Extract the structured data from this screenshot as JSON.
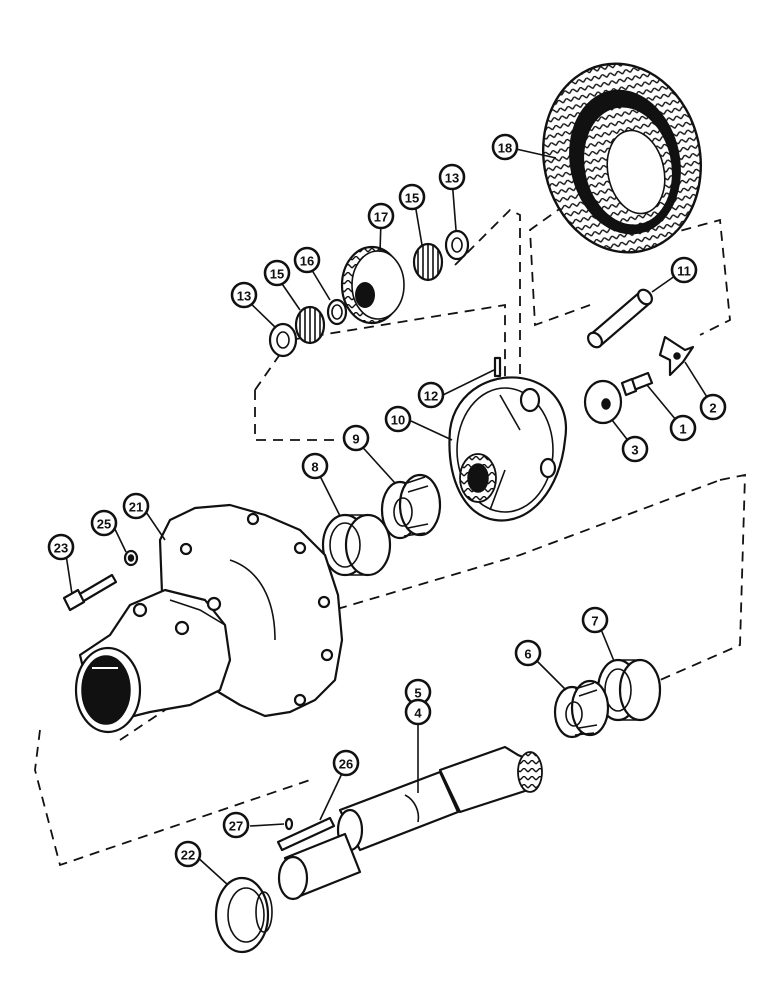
{
  "diagram": {
    "type": "exploded-parts-view",
    "callouts": [
      {
        "key": "c18",
        "label": "18"
      },
      {
        "key": "c17",
        "label": "17"
      },
      {
        "key": "c15a",
        "label": "15"
      },
      {
        "key": "c13a",
        "label": "13"
      },
      {
        "key": "c15b",
        "label": "15"
      },
      {
        "key": "c16",
        "label": "16"
      },
      {
        "key": "c13b",
        "label": "13"
      },
      {
        "key": "c11",
        "label": "11"
      },
      {
        "key": "c12",
        "label": "12"
      },
      {
        "key": "c10",
        "label": "10"
      },
      {
        "key": "c9",
        "label": "9"
      },
      {
        "key": "c8",
        "label": "8"
      },
      {
        "key": "c3",
        "label": "3"
      },
      {
        "key": "c1",
        "label": "1"
      },
      {
        "key": "c2",
        "label": "2"
      },
      {
        "key": "c21",
        "label": "21"
      },
      {
        "key": "c25",
        "label": "25"
      },
      {
        "key": "c23",
        "label": "23"
      },
      {
        "key": "c7",
        "label": "7"
      },
      {
        "key": "c6",
        "label": "6"
      },
      {
        "key": "c5",
        "label": "5"
      },
      {
        "key": "c4",
        "label": "4"
      },
      {
        "key": "c26",
        "label": "26"
      },
      {
        "key": "c27",
        "label": "27"
      },
      {
        "key": "c22",
        "label": "22"
      }
    ]
  }
}
